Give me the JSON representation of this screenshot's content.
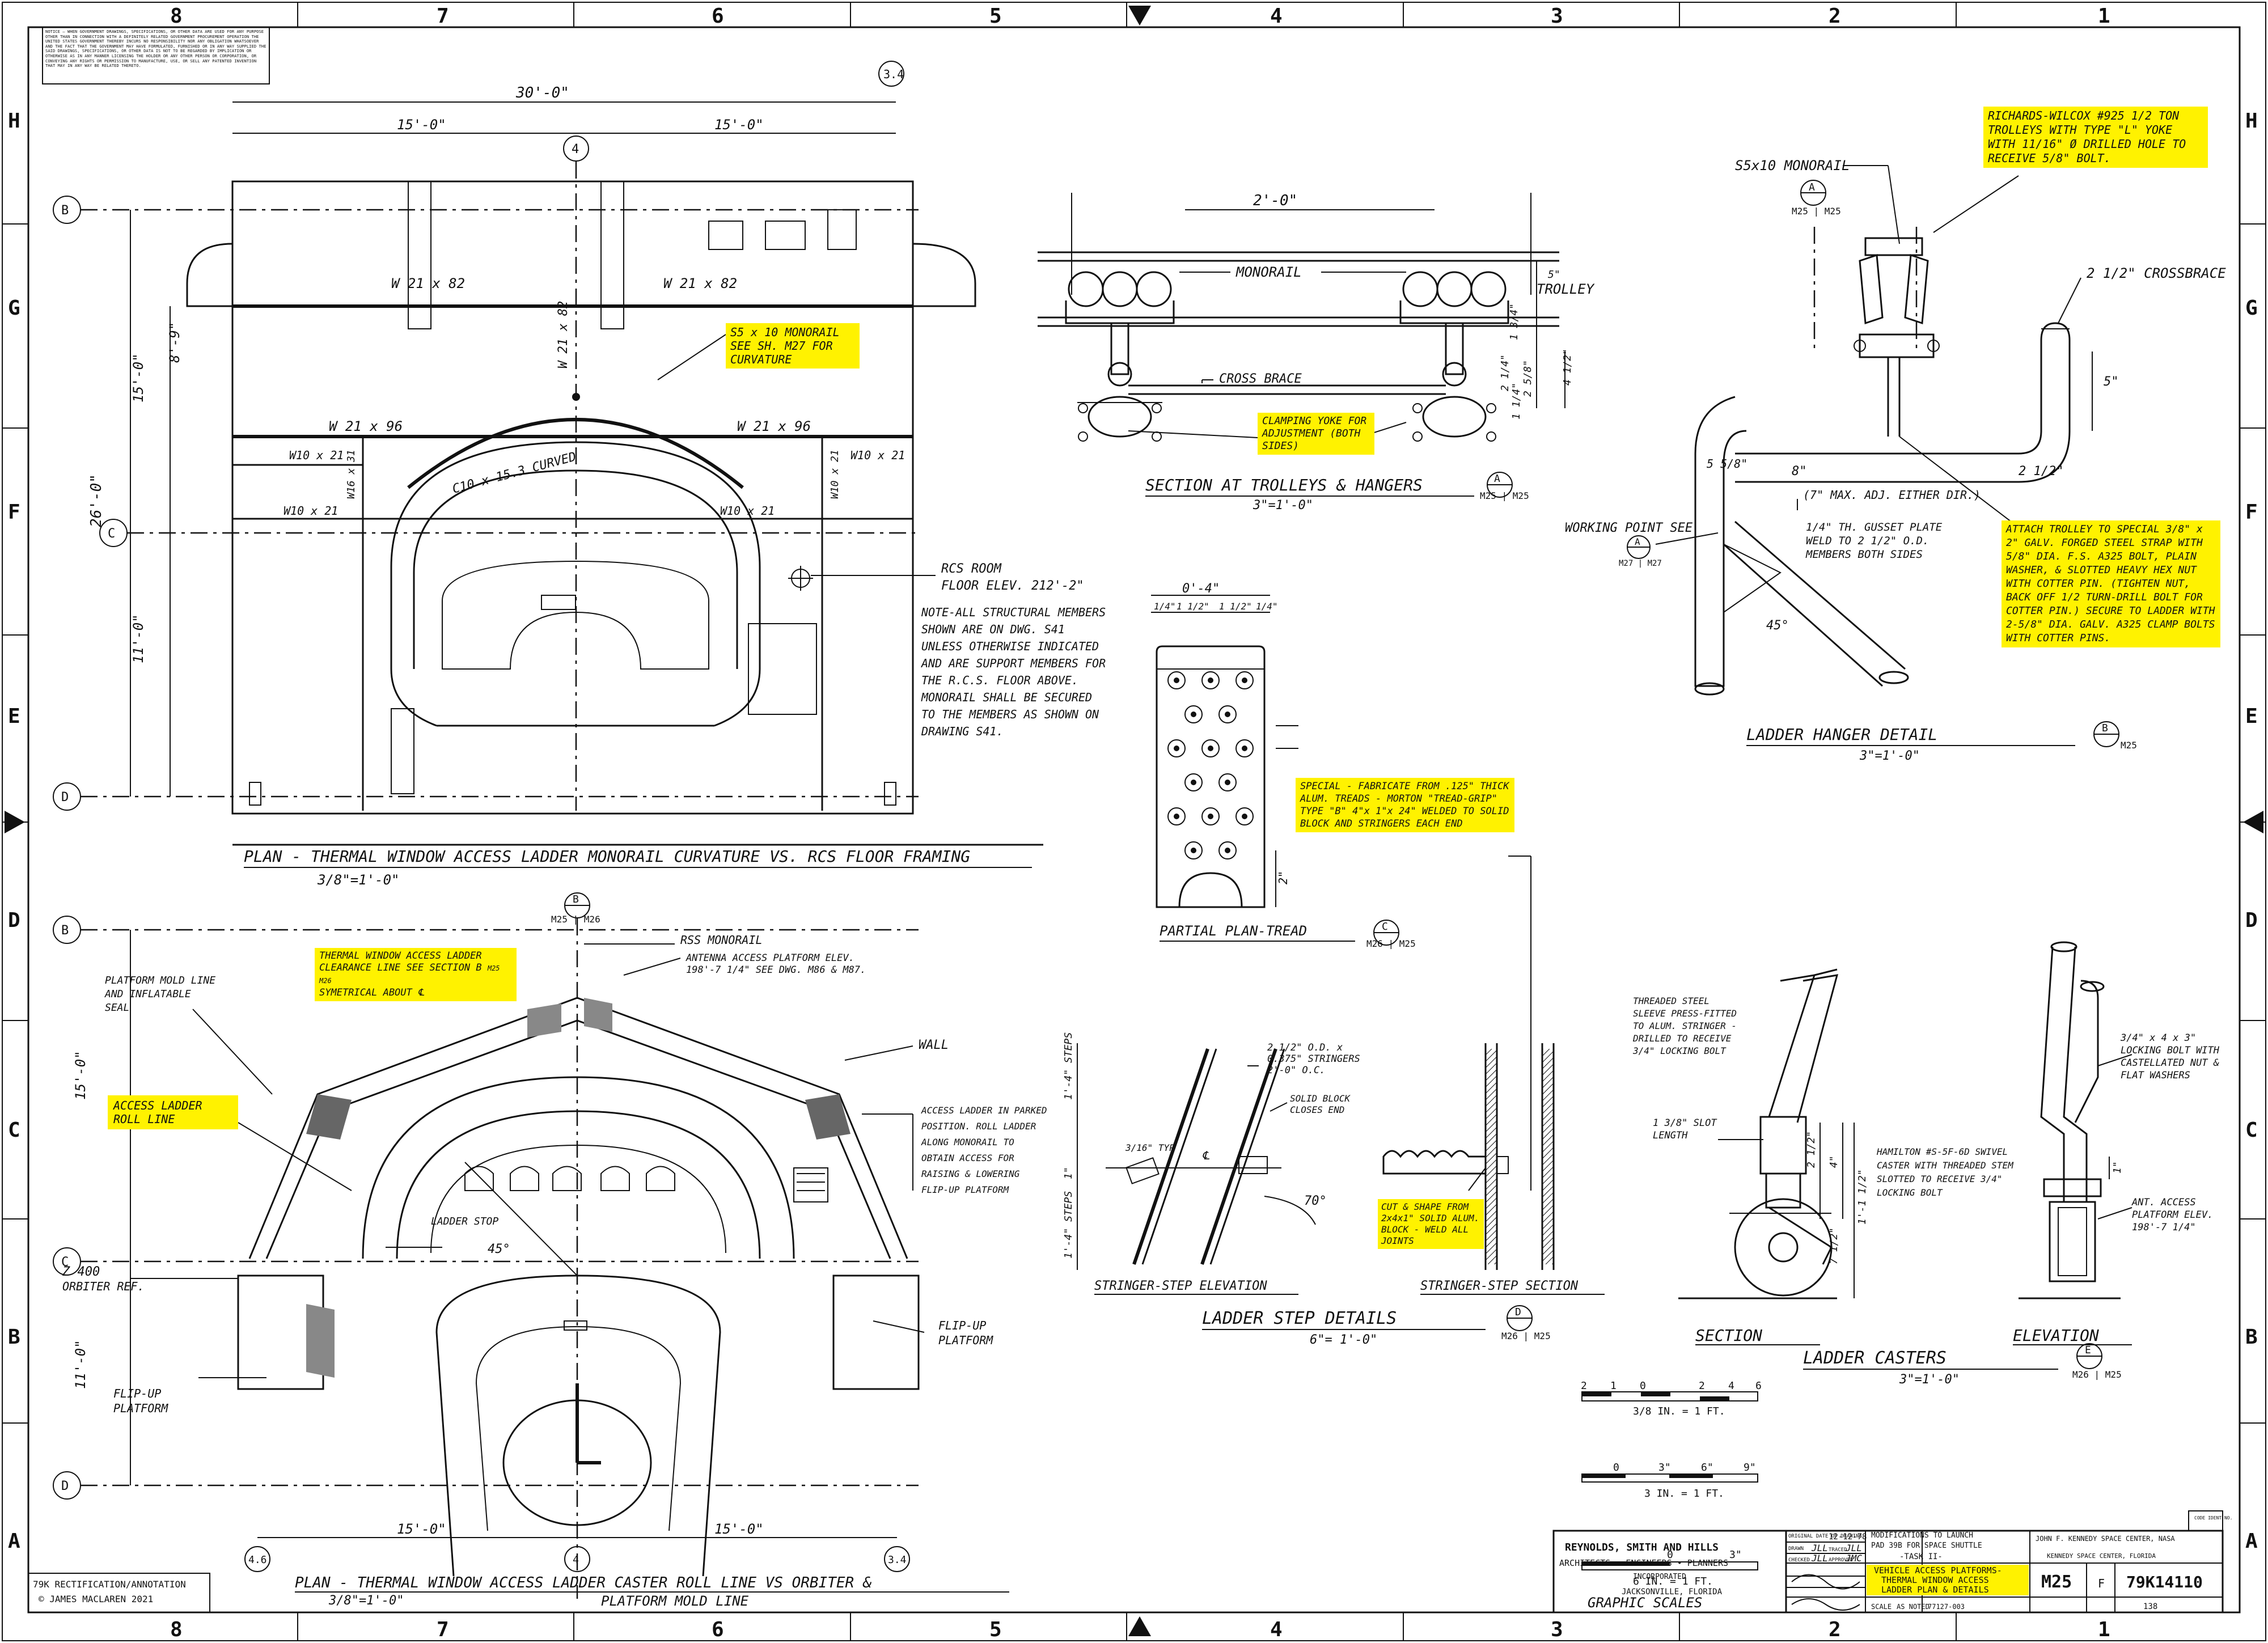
{
  "border": {
    "cols": [
      "8",
      "7",
      "6",
      "5",
      "4",
      "3",
      "2",
      "1"
    ],
    "rows": [
      "H",
      "G",
      "F",
      "E",
      "D",
      "C",
      "B",
      "A"
    ]
  },
  "notice": "NOTICE — WHEN GOVERNMENT DRAWINGS, SPECIFICATIONS, OR OTHER DATA ARE USED FOR ANY PURPOSE OTHER THAN IN CONNECTION WITH A DEFINITELY RELATED GOVERNMENT PROCUREMENT OPERATION THE UNITED STATES GOVERNMENT THEREBY INCURS NO RESPONSIBILITY NOR ANY OBLIGATION WHATSOEVER AND THE FACT THAT THE GOVERNMENT MAY HAVE FORMULATED, FURNISHED OR IN ANY WAY SUPPLIED THE SAID DRAWINGS, SPECIFICATIONS, OR OTHER DATA IS NOT TO BE REGARDED BY IMPLICATION OR OTHERWISE AS IN ANY MANNER LICENSING THE HOLDER OR ANY OTHER PERSON OR CORPORATION, OR CONVEYING ANY RIGHTS OR PERMISSION TO MANUFACTURE, USE, OR SELL ANY PATENTED INVENTION THAT MAY IN ANY WAY BE RELATED THERETO.",
  "plan_top": {
    "dims": {
      "overall": "30'-0\"",
      "left": "15'-0\"",
      "right": "15'-0\"",
      "height": "26'-0\"",
      "upper": "15'-0\"",
      "lower": "11'-0\"",
      "offset": "8'-9\""
    },
    "grid": {
      "b": "B",
      "c": "C",
      "d": "D",
      "four": "4",
      "thirty_four": "3.4"
    },
    "members": {
      "w21x82_l": "W 21 x 82",
      "w21x82_r": "W 21 x 82",
      "w21x96_l": "W 21 x 96",
      "w21x96_r": "W 21 x 96",
      "w10x21_a": "W10 x 21",
      "w10x21_b": "W10 x 21",
      "w10x21_c": "W10 x 21",
      "w10x21_d": "W10 x 21",
      "w10x21_e": "W10 x 21",
      "w21x82_v": "W 21 x 82",
      "c10": "C10 x 15.3 CURVED",
      "w16": "W16 x 31"
    },
    "monorail_note": "S5 x 10 MONORAIL SEE SH. M27 FOR CURVATURE",
    "rcs_room": "RCS ROOM",
    "rcs_floor": "FLOOR ELEV. 212'-2\"",
    "note": "NOTE-ALL STRUCTURAL MEMBERS SHOWN ARE ON DWG. S41 UNLESS OTHERWISE INDICATED AND ARE SUPPORT MEMBERS FOR THE R.C.S. FLOOR ABOVE. MONORAIL SHALL BE SECURED TO THE MEMBERS AS SHOWN ON DRAWING S41.",
    "title": "PLAN - THERMAL WINDOW ACCESS LADDER MONORAIL CURVATURE VS. RCS FLOOR FRAMING",
    "scale": "3/8\"=1'-0\""
  },
  "section_trolleys": {
    "dim": "2'-0\"",
    "monorail": "MONORAIL",
    "trolley": "TROLLEY",
    "crossbrace": "CROSS BRACE",
    "clamp_note": "CLAMPING YOKE FOR ADJUSTMENT (BOTH SIDES)",
    "dims_v": [
      "5\"",
      "1 3/4\"",
      "4 1/2\"",
      "2 1/4\"",
      "2 5/8\"",
      "1 1/4\""
    ],
    "title": "SECTION AT TROLLEYS & HANGERS",
    "ref_top": "A",
    "ref_bot": "M25 | M25",
    "scale": "3\"=1'-0\""
  },
  "tread": {
    "dim_top": "0'-4\"",
    "dims_sub": [
      "1/4\"",
      "1 1/2\"",
      "1 1/2\"",
      "1/4\""
    ],
    "dim_side": "2\"",
    "note": "SPECIAL - FABRICATE FROM .125\" THICK ALUM. TREADS - MORTON \"TREAD-GRIP\" TYPE \"B\" 4\"x 1\"x 24\" WELDED TO SOLID BLOCK AND STRINGERS EACH END",
    "title": "PARTIAL PLAN-TREAD",
    "ref_top": "C",
    "ref_bot": "M26 | M25"
  },
  "ladder_hanger": {
    "monorail": "S5x10 MONORAIL",
    "ref1_top": "A",
    "ref1_bot": "M25 | M25",
    "trolley_note": "RICHARDS-WILCOX #925 1/2 TON TROLLEYS WITH TYPE \"L\" YOKE WITH 11/16\" Ø DRILLED HOLE TO RECEIVE 5/8\" BOLT.",
    "crossbrace": "2 1/2\" CROSSBRACE",
    "dim_5": "5\"",
    "dim_5b": "5 5/8\"",
    "dim_8": "8\"",
    "dim_2": "2 1/2\"",
    "adj": "(7\" MAX. ADJ. EITHER DIR.)",
    "gusset": "1/4\" TH. GUSSET PLATE WELD TO 2 1/2\" O.D. MEMBERS BOTH SIDES",
    "working_point": "WORKING POINT SEE",
    "ref2_top": "A",
    "ref2_bot": "M27 | M27",
    "angle": "45°",
    "attach_note": "ATTACH TROLLEY TO SPECIAL 3/8\" x 2\" GALV. FORGED STEEL STRAP WITH 5/8\" DIA. F.S. A325 BOLT, PLAIN WASHER, & SLOTTED HEAVY HEX NUT WITH COTTER PIN. (TIGHTEN NUT, BACK OFF 1/2 TURN-DRILL BOLT FOR COTTER PIN.) SECURE TO LADDER WITH 2-5/8\" DIA. GALV. A325 CLAMP BOLTS WITH COTTER PINS.",
    "title": "LADDER HANGER DETAIL",
    "ref_top": "B",
    "ref_bot": "M25",
    "scale": "3\"=1'-0\""
  },
  "plan_bottom": {
    "grid": {
      "b": "B",
      "c": "C",
      "d": "D",
      "four": "4",
      "thirty_four": "3.4",
      "quarter": "4.6"
    },
    "ref_top": "B",
    "ref_bot": "M25 | M26",
    "clearance": "THERMAL WINDOW ACCESS LADDER CLEARANCE LINE SEE SECTION",
    "clearance_ref": "B",
    "clearance_ref_bot": "M25 M26",
    "symmetrical": "SYMETRICAL ABOUT ℄",
    "rss": "RSS MONORAIL",
    "antenna": "ANTENNA ACCESS PLATFORM ELEV. 198'-7 1/4\" SEE DWG. M86 & M87.",
    "platform_mold": "PLATFORM MOLD LINE AND INFLATABLE SEAL",
    "wall": "WALL",
    "roll_line": "ACCESS LADDER ROLL LINE",
    "parked": "ACCESS LADDER IN PARKED POSITION. ROLL LADDER ALONG MONORAIL TO OBTAIN ACCESS FOR RAISING & LOWERING FLIP-UP PLATFORM",
    "ladder_stop": "LADDER STOP",
    "angle": "45°",
    "z400": "Z 400",
    "orbiter_ref": "ORBITER REF.",
    "flip_up_r": "FLIP-UP PLATFORM",
    "flip_up_l": "FLIP-UP PLATFORM",
    "dim_h1": "15'-0\"",
    "dim_h2": "11'-0\"",
    "dim_l": "15'-0\"",
    "dim_r": "15'-0\"",
    "title_a": "PLAN - THERMAL WINDOW ACCESS LADDER CASTER ROLL LINE VS ORBITER &",
    "title_b": "PLATFORM MOLD LINE",
    "scale": "3/8\"=1'-0\""
  },
  "stringer": {
    "stringer_note": "2 1/2\" O.D. x 0.375\" STRINGERS 2'-0\" O.C.",
    "block": "SOLID BLOCK CLOSES END",
    "typ": "3/16\" TYP",
    "cl": "℄",
    "angle": "70°",
    "dims": [
      "1'-4\" STEPS",
      "1\"",
      "1'-4\" STEPS"
    ],
    "elev_title": "STRINGER-STEP ELEVATION",
    "sect_title": "STRINGER-STEP SECTION",
    "cut_note": "CUT & SHAPE FROM 2x4x1\" SOLID ALUM. BLOCK - WELD ALL JOINTS",
    "title": "LADDER STEP DETAILS",
    "ref_top": "D",
    "ref_bot": "M26 | M25",
    "scale": "6\"= 1'-0\""
  },
  "casters": {
    "threaded": "THREADED STEEL SLEEVE PRESS-FITTED TO ALUM. STRINGER - DRILLED TO RECEIVE 3/4\" LOCKING BOLT",
    "slot": "1 3/8\" SLOT LENGTH",
    "hamilton": "HAMILTON #S-5F-6D SWIVEL CASTER WITH THREADED STEM SLOTTED TO RECEIVE 3/4\" LOCKING BOLT",
    "bolt": "3/4\" x 4 x 3\" LOCKING BOLT WITH CASTELLATED NUT & FLAT WASHERS",
    "ant": "ANT. ACCESS PLATFORM ELEV. 198'-7 1/4\"",
    "dims": [
      "2 1/2\"",
      "4\"",
      "7 1/2\"",
      "1'-1 1/2\"",
      "1\""
    ],
    "section": "SECTION",
    "elevation": "ELEVATION",
    "title": "LADDER CASTERS",
    "ref_top": "E",
    "ref_bot": "M26 | M25",
    "scale": "3\"=1'-0\""
  },
  "scales": {
    "s1_ticks": [
      "2",
      "1",
      "0",
      "2",
      "4",
      "6"
    ],
    "s1_label": "3/8 IN. = 1 FT.",
    "s2_ticks": [
      "0",
      "3\"",
      "6\"",
      "9\""
    ],
    "s2_label": "3 IN. = 1 FT.",
    "s3_ticks": [
      "0",
      "3\""
    ],
    "s3_label": "6 IN. = 1 FT.",
    "title": "GRAPHIC SCALES"
  },
  "title_block": {
    "firm1": "REYNOLDS, SMITH AND HILLS",
    "firm2": "ARCHITECTS • ENGINEERS • PLANNERS",
    "firm3": "INCORPORATED",
    "firm4": "JACKSONVILLE, FLORIDA",
    "orig_label": "ORIGINAL DATE OF DRAWING",
    "orig_date": "12-12-78",
    "drawn_label": "DRAWN",
    "drawn": "JLL",
    "traced_label": "TRACED",
    "traced": "JLL",
    "checked_label": "CHECKED",
    "checked": "JLL",
    "approved_label": "APPROVED",
    "approved": "JMC",
    "mod1": "MODIFICATIONS TO LAUNCH",
    "mod2": "PAD 39B FOR SPACE SHUTTLE",
    "task": "-TASK II-",
    "title1": "VEHICLE ACCESS PLATFORMS-",
    "title2": "THERMAL WINDOW ACCESS",
    "title3": "LADDER PLAN & DETAILS",
    "sheet": "M25",
    "center1": "JOHN F. KENNEDY SPACE CENTER, NASA",
    "center2": "KENNEDY SPACE CENTER, FLORIDA",
    "size": "F",
    "dwg_no": "79K14110",
    "scale_label": "SCALE",
    "scale_val": "AS NOTED",
    "job": "77127-003",
    "sheet_no": "138",
    "code": "CODE IDENT NO."
  },
  "annotation": {
    "line1": "79K RECTIFICATION/ANNOTATION",
    "line2": "© JAMES MACLAREN 2021"
  },
  "colors": {
    "highlight": "#fff200",
    "ink": "#111111"
  }
}
